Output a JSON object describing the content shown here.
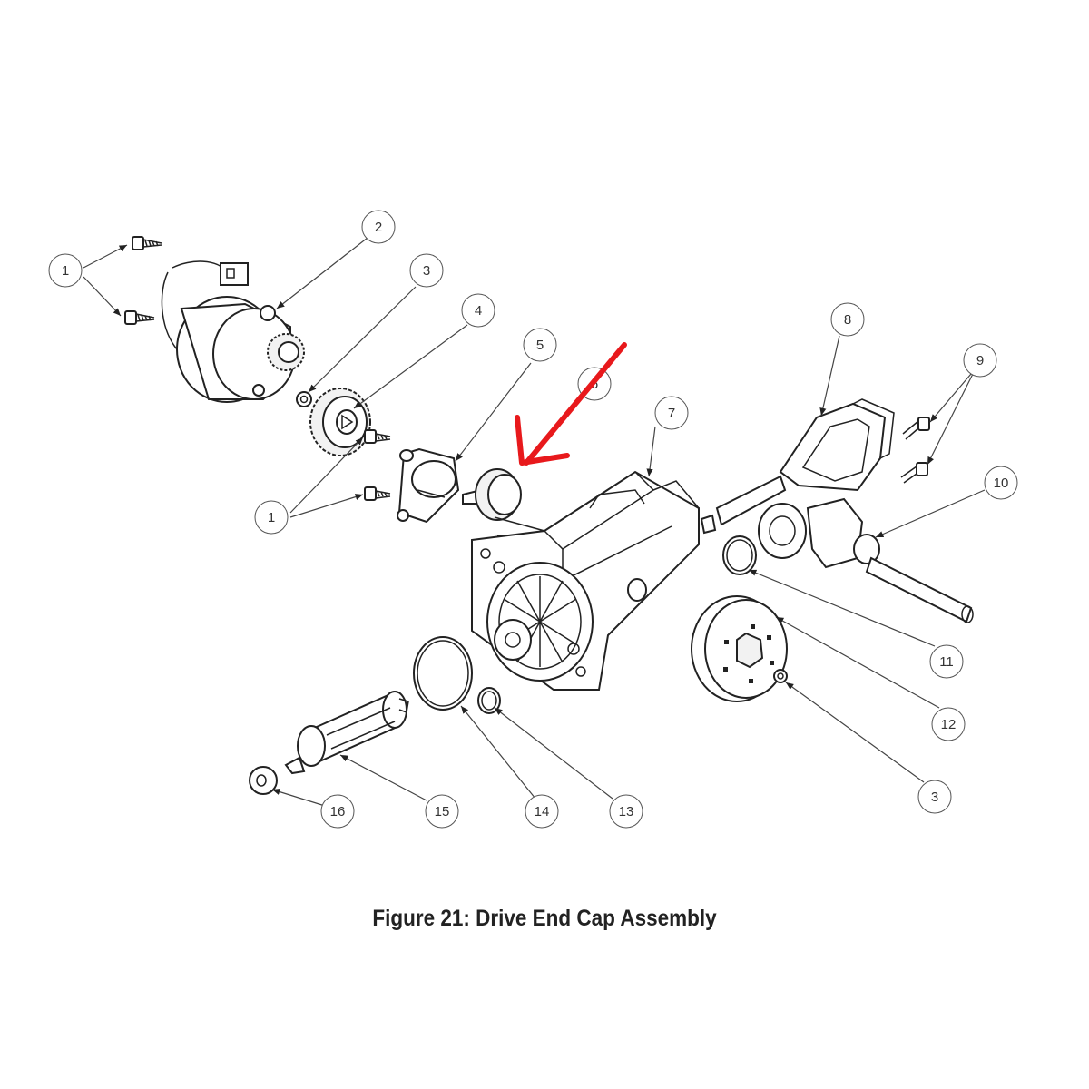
{
  "figure": {
    "caption": "Figure 21: Drive End Cap Assembly"
  },
  "callouts": [
    {
      "id": "c1a",
      "label": "1"
    },
    {
      "id": "c2",
      "label": "2"
    },
    {
      "id": "c3a",
      "label": "3"
    },
    {
      "id": "c4",
      "label": "4"
    },
    {
      "id": "c5",
      "label": "5"
    },
    {
      "id": "c6",
      "label": "6"
    },
    {
      "id": "c7",
      "label": "7"
    },
    {
      "id": "c8",
      "label": "8"
    },
    {
      "id": "c9",
      "label": "9"
    },
    {
      "id": "c10",
      "label": "10"
    },
    {
      "id": "c1b",
      "label": "1"
    },
    {
      "id": "c11",
      "label": "11"
    },
    {
      "id": "c12",
      "label": "12"
    },
    {
      "id": "c3b",
      "label": "3"
    },
    {
      "id": "c16",
      "label": "16"
    },
    {
      "id": "c15",
      "label": "15"
    },
    {
      "id": "c14",
      "label": "14"
    },
    {
      "id": "c13",
      "label": "13"
    }
  ],
  "colors": {
    "highlight_arrow": "#e8191c",
    "line_art": "#222222"
  }
}
